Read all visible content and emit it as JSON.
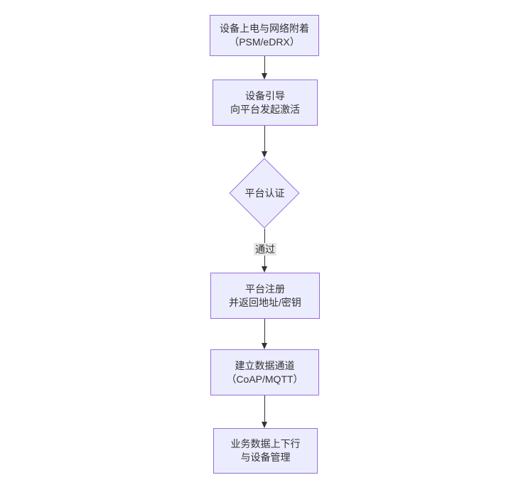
{
  "diagram": {
    "type": "flowchart",
    "direction": "top-down",
    "colors": {
      "background": "#ffffff",
      "node_fill": "#ECECFF",
      "node_border": "#9370DB",
      "text": "#333333",
      "edge": "#333333",
      "edge_label_bg": "#e8e8e8"
    },
    "nodes": [
      {
        "id": "A",
        "shape": "rect",
        "lines": [
          "设备上电与网络附着",
          "（PSM/eDRX）"
        ]
      },
      {
        "id": "B",
        "shape": "rect",
        "lines": [
          "设备引导",
          "向平台发起激活"
        ]
      },
      {
        "id": "C",
        "shape": "diamond",
        "lines": [
          "平台认证"
        ]
      },
      {
        "id": "D",
        "shape": "rect",
        "lines": [
          "平台注册",
          "并返回地址/密钥"
        ]
      },
      {
        "id": "E",
        "shape": "rect",
        "lines": [
          "建立数据通道",
          "（CoAP/MQTT）"
        ]
      },
      {
        "id": "F",
        "shape": "rect",
        "lines": [
          "业务数据上下行",
          "与设备管理"
        ]
      }
    ],
    "edges": [
      {
        "from": "A",
        "to": "B",
        "label": ""
      },
      {
        "from": "B",
        "to": "C",
        "label": ""
      },
      {
        "from": "C",
        "to": "D",
        "label": "通过"
      },
      {
        "from": "D",
        "to": "E",
        "label": ""
      },
      {
        "from": "E",
        "to": "F",
        "label": ""
      }
    ]
  }
}
